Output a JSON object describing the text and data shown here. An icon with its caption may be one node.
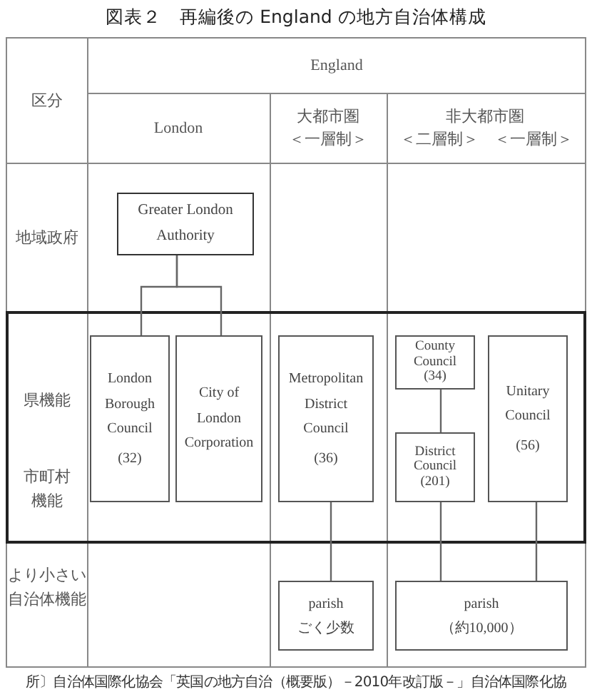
{
  "diagram": {
    "title": "図表２　再編後の England の地方自治体構成",
    "caption": "所〕自治体国際化協会「英国の地方自治（概要版）－2010年改訂版－」自治体国際化協",
    "nodes": [
      {
        "text": [
          "Greater London Authority"
        ]
      },
      {
        "text": [
          "London Borough Council",
          "(32)"
        ]
      },
      {
        "text": [
          "City of London Corporation"
        ]
      },
      {
        "text": [
          "Metropolitan District Council",
          "(36)"
        ]
      },
      {
        "text": [
          "County Council",
          "(34)"
        ]
      },
      {
        "text": [
          "District Council",
          "(201)"
        ]
      },
      {
        "text": [
          "Unitary Council",
          "(56)"
        ]
      },
      {
        "text": [
          "parish",
          "ごく少数"
        ]
      },
      {
        "text": [
          "parish",
          "（約10,000）"
        ]
      }
    ],
    "edges": [
      {
        "from": 0,
        "to": 1,
        "arrow": "none"
      },
      {
        "from": 0,
        "to": 2,
        "arrow": "none"
      },
      {
        "from": 4,
        "to": 5,
        "arrow": "none"
      },
      {
        "from": 3,
        "to": 7,
        "arrow": "none"
      },
      {
        "from": 5,
        "to": 8,
        "arrow": "none"
      },
      {
        "from": 6,
        "to": 8,
        "arrow": "none"
      }
    ],
    "labels": [
      "区分",
      "England",
      "London",
      "大都市圏",
      "＜一層制＞",
      "非大都市圏",
      "＜二層制＞",
      "＜一層制＞",
      "地域政府",
      "県機能",
      "市町村機能",
      "より小さい自治体機能"
    ]
  }
}
